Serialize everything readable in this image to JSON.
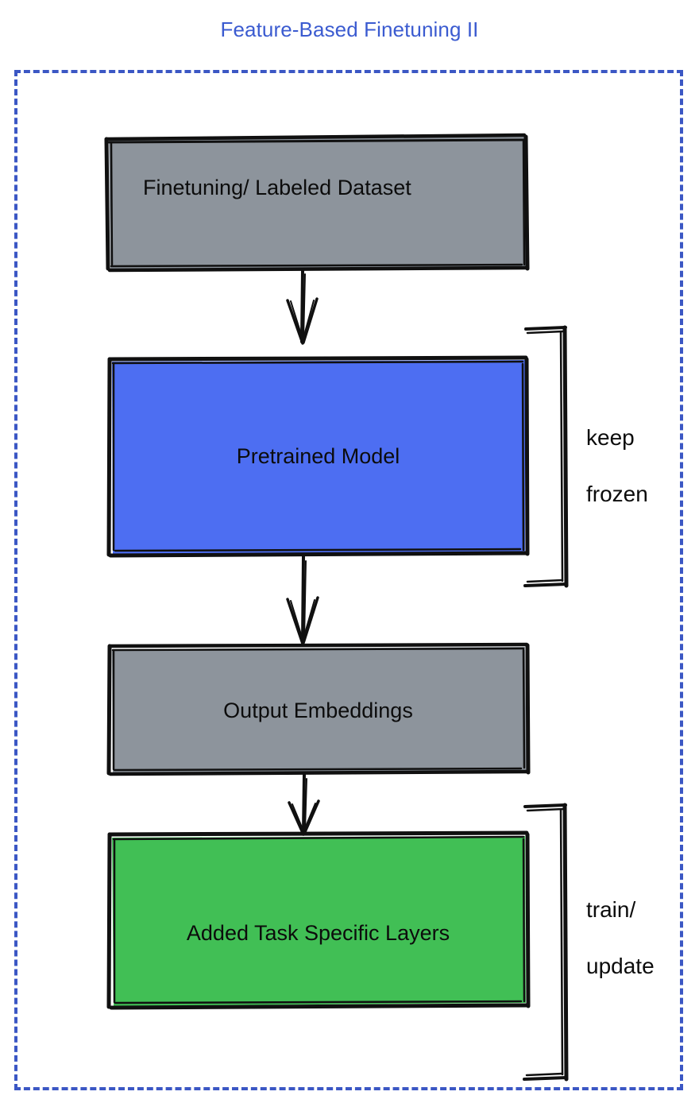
{
  "title": "Feature-Based Finetuning II",
  "colors": {
    "title": "#3b5bd0",
    "frame_dash": "#3b57c4",
    "gray_fill": "#8d949c",
    "blue_fill": "#4d6ef2",
    "green_fill": "#41bf55",
    "stroke": "#101010",
    "text": "#0c0c0c"
  },
  "frame": {
    "style": "dashed",
    "color": "#3b57c4"
  },
  "nodes": [
    {
      "id": "finetuning-dataset",
      "label": "Finetuning/ Labeled Dataset",
      "fill": "#8d949c",
      "align": "left"
    },
    {
      "id": "pretrained-model",
      "label": "Pretrained Model",
      "fill": "#4d6ef2",
      "align": "center"
    },
    {
      "id": "output-embeddings",
      "label": "Output Embeddings",
      "fill": "#8d949c",
      "align": "center"
    },
    {
      "id": "task-specific-layers",
      "label": "Added Task Specific Layers",
      "fill": "#41bf55",
      "align": "center"
    }
  ],
  "annotations": [
    {
      "id": "keep-frozen",
      "line1": "keep",
      "line2": "frozen",
      "text": "keep\nfrozen",
      "targets": [
        "pretrained-model"
      ]
    },
    {
      "id": "train-update",
      "line1": "train/",
      "line2": "update",
      "text": "train/\nupdate",
      "targets": [
        "task-specific-layers"
      ]
    }
  ],
  "edges": [
    {
      "from": "finetuning-dataset",
      "to": "pretrained-model",
      "type": "arrow"
    },
    {
      "from": "pretrained-model",
      "to": "output-embeddings",
      "type": "arrow"
    },
    {
      "from": "output-embeddings",
      "to": "task-specific-layers",
      "type": "arrow"
    }
  ]
}
